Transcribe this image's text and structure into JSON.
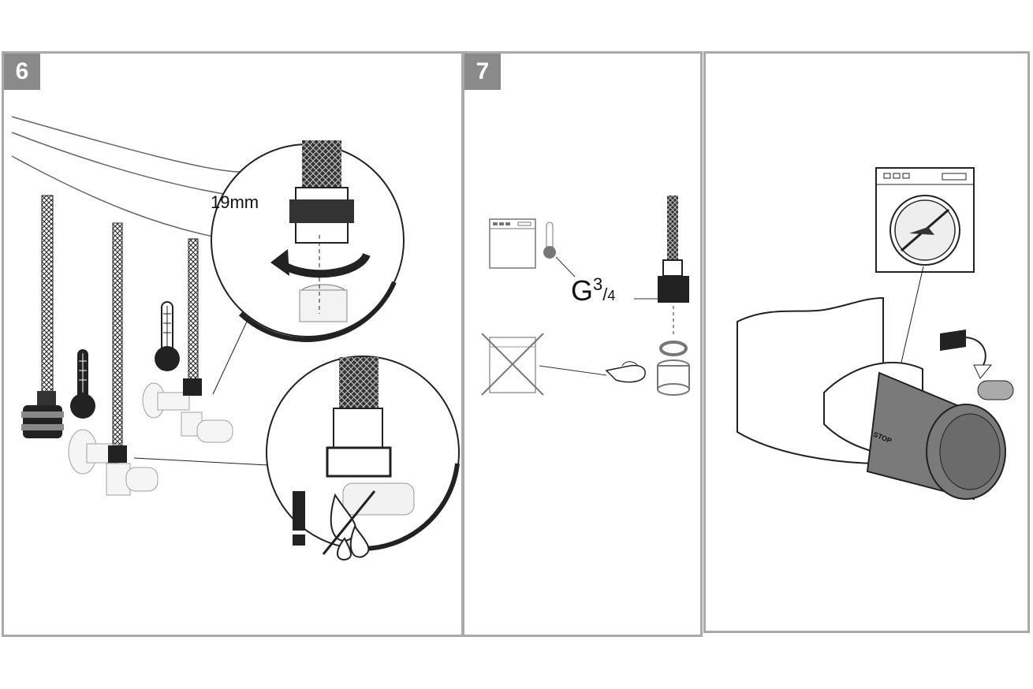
{
  "steps": [
    {
      "number": "6",
      "wrench_size": "19mm"
    },
    {
      "number": "7",
      "thread_base": "G",
      "thread_num": "3",
      "thread_den": "4"
    },
    {
      "stop_label": "STOP"
    }
  ],
  "colors": {
    "border": "#a9a9a9",
    "badge": "#8a8a8a",
    "knob": "#7a7a7a",
    "ink": "#111111"
  },
  "icons": [
    "thermometer-hot-icon",
    "thermometer-cold-icon",
    "warning-exclamation-icon",
    "no-water-drop-icon",
    "dishwasher-icon",
    "washing-machine-icon",
    "hand-tighten-icon",
    "rotate-arrow-icon",
    "no-spray-icon"
  ]
}
